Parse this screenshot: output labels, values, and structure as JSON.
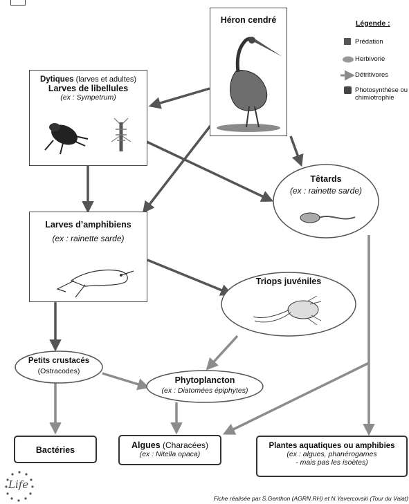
{
  "legend": {
    "title": "Légende :",
    "items": [
      {
        "symbol": "square",
        "label": "Prédation"
      },
      {
        "symbol": "ellipse",
        "label": "Herbivorie"
      },
      {
        "symbol": "arrow",
        "label": "Détritivores"
      },
      {
        "symbol": "rounded-square",
        "label": "Photosynthèse ou chimiotrophie"
      }
    ]
  },
  "nodes": {
    "heron": {
      "title": "Héron cendré"
    },
    "dytiques": {
      "title_bold": "Dytiques",
      "title_rest": " (larves et adultes)",
      "line2": "Larves de libellules",
      "example": "(ex : Sympetrum)"
    },
    "tetards": {
      "title": "Têtards",
      "example": "(ex : rainette sarde)"
    },
    "larves_amphibiens": {
      "title": "Larves d’amphibiens",
      "example": "(ex : rainette sarde)"
    },
    "triops": {
      "title": "Triops juvéniles"
    },
    "petits_crustaces": {
      "title": "Petits crustacés",
      "example": "(Ostracodes)"
    },
    "phytoplancton": {
      "title": "Phytoplancton",
      "example": "(ex : Diatomées épiphytes)"
    },
    "bacteries": {
      "title": "Bactéries"
    },
    "algues": {
      "title_bold": "Algues",
      "title_rest": " (Characées)",
      "example": "(ex : Nitella opaca)"
    },
    "plantes": {
      "title": "Plantes aquatiques ou amphibies",
      "example_line1": "(ex : algues, phanérogames",
      "example_line2": "- mais pas les isoètes)"
    }
  },
  "footer": {
    "logo_text": "Life",
    "credit": "Fiche réalisée par S.Genthon (AGRN.RH) et N.Yavercovski (Tour du Valat)"
  },
  "colors": {
    "predation": "#5a5a5a",
    "detritivores": "#8c8c8c",
    "box_border": "#444444"
  }
}
